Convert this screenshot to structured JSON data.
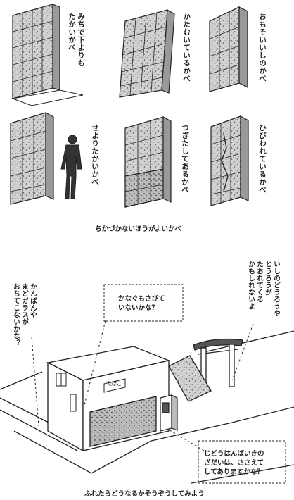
{
  "top": {
    "walls": [
      {
        "label": "みちで下よりも\nたかいかべ"
      },
      {
        "label": "かたむいているかべ"
      },
      {
        "label": "おもそいいしのかべ"
      },
      {
        "label": "せよりたかいかべ"
      },
      {
        "label": "つぎたしてあるかべ"
      },
      {
        "label": "ひびわれているかべ"
      }
    ],
    "caption": "ちかづかないほうがよいかべ"
  },
  "bottom": {
    "notes": {
      "left": "かんばんや\nまどガラスが\nおちてこないかな？",
      "center": "かなぐもさびて\nいないかな？",
      "right": "いしのどうろうや\nとうろうが\nたおれてくる\nかもしれないよ",
      "box": "じどうはんばいきの\nざだいは、ささえて\nしてありますかな？",
      "sign": "たばこ"
    },
    "caption": "ふれたらどうなるかそうぞうしてみよう"
  }
}
